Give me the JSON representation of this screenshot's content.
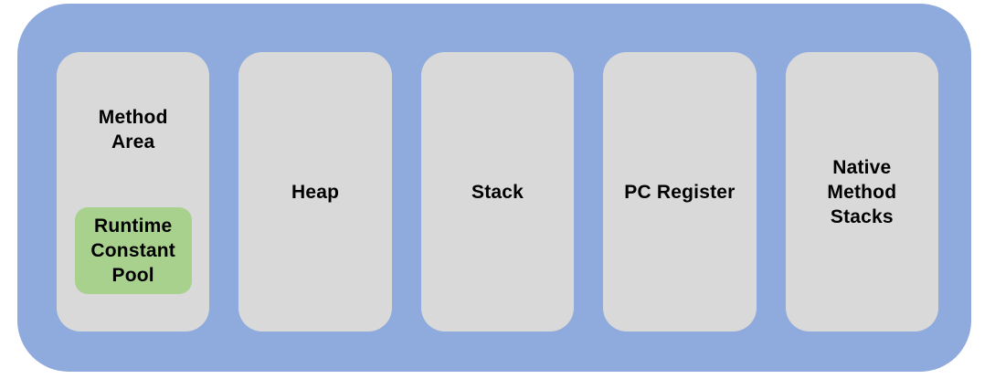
{
  "diagram": {
    "type": "block-diagram",
    "description": "Runtime memory areas block diagram",
    "colors": {
      "background": "#FFFFFF",
      "container": "#8FAADC",
      "box": "#D9D9D9",
      "highlight": "#A9D18E",
      "text": "#000000"
    },
    "boxes": [
      {
        "label": "Method\nArea",
        "children": [
          {
            "label": "Runtime\nConstant\nPool",
            "highlighted": true
          }
        ]
      },
      {
        "label": "Heap"
      },
      {
        "label": "Stack"
      },
      {
        "label": "PC Register"
      },
      {
        "label": "Native\nMethod\nStacks"
      }
    ]
  }
}
